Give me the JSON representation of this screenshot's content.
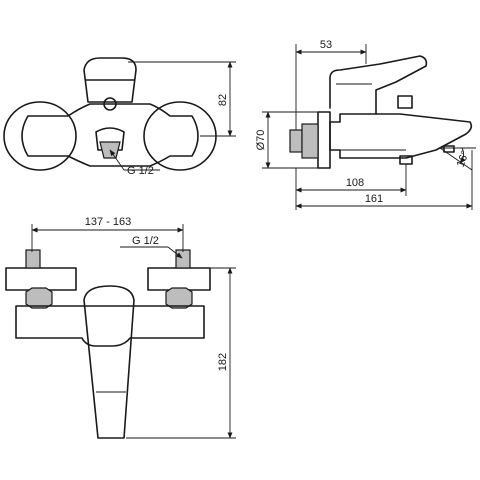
{
  "dimensions": {
    "front_top_height": "82",
    "g_half_top": "G 1/2",
    "side_depth": "53",
    "side_diameter": "Ø70",
    "side_angle": "16°",
    "side_length_inner": "108",
    "side_length_total": "161",
    "front_bottom_width": "137 - 163",
    "g_half_bottom": "G 1/2",
    "front_bottom_height": "182"
  },
  "colors": {
    "line": "#1a1a1a",
    "fill_grey": "#bdbdbd"
  }
}
